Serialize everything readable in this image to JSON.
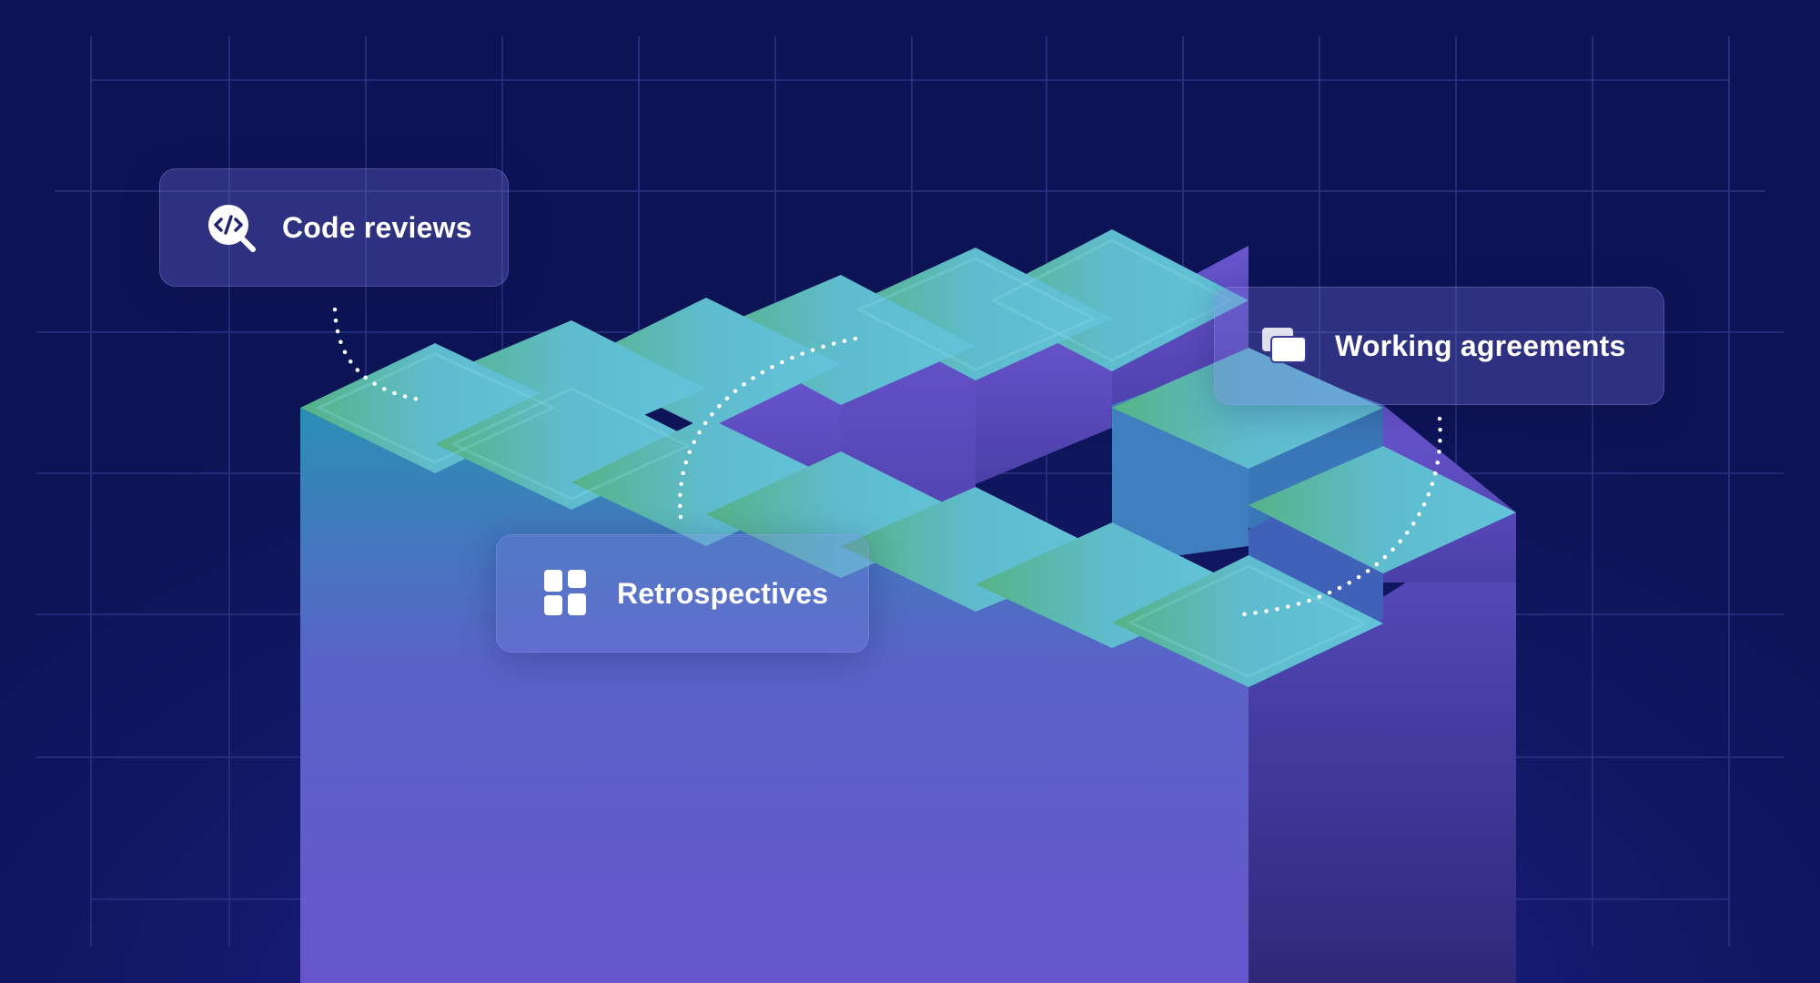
{
  "cards": {
    "code_reviews": {
      "label": "Code reviews",
      "icon": "code-search-icon"
    },
    "retrospectives": {
      "label": "Retrospectives",
      "icon": "grid-blocks-icon"
    },
    "working_agreements": {
      "label": "Working agreements",
      "icon": "stacked-cards-icon"
    }
  },
  "colors": {
    "background": "#0d1456",
    "grid_line": "#2f3a8f",
    "top_face_teal": "#5fc3d6",
    "top_face_green": "#58b38a",
    "side_face_blue": "#2a8ab0",
    "side_face_purple": "#6a5acd",
    "dots": "#ffffff"
  }
}
